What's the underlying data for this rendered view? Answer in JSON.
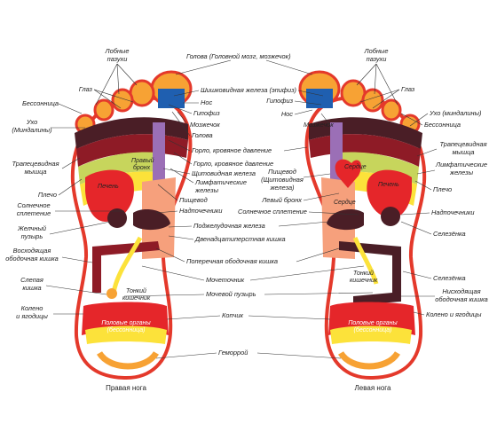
{
  "colors": {
    "outline": "#e4392b",
    "red": "#e5262a",
    "orange": "#f7a234",
    "yellow": "#fce23a",
    "blue": "#1f5fb0",
    "purple": "#9b6fb6",
    "dark": "#4a1e26",
    "lime": "#c7d55c",
    "salmon": "#f6a07c",
    "maroon": "#8e1b26"
  },
  "feet": {
    "right": "Правая нога",
    "left": "Левая нога"
  },
  "labels": {
    "golova_mozg": "Голова (Головной мозг, мозжечок)",
    "lobnye_l1": "Лобные",
    "lobnye_l2": "пазухи",
    "lobnye_r1": "Лобные",
    "lobnye_r2": "пазухи",
    "glaz_l": "Глаз",
    "glaz_r": "Глаз",
    "bessonnica_l": "Бессонница",
    "bessonnica_r": "Бессонница",
    "ukho_l1": "Ухо",
    "ukho_l2": "(Миндалины)",
    "ukho_r": "Ухо (миндалины)",
    "shishko": "Шишковидная железа (эпифиз)",
    "nos_c": "Нос",
    "nos_r": "Нос",
    "gipofiz_c": "Гипофиз",
    "gipofiz_r": "Гипофиз",
    "mozzhechok_c": "Мозжечок",
    "mozzhechok_r": "Мозжечок",
    "golova_c": "Голова",
    "gorlo1": "Горло, кровяное давление",
    "gorlo2": "Горло, кровяное давление",
    "trap_l1": "Трапецевидная",
    "trap_l2": "мышца",
    "trap_r1": "Трапецевидная",
    "trap_r2": "мышца",
    "pravyi_bronkh1": "Правый",
    "pravyi_bronkh2": "бронх",
    "shchit": "Щитовидная железа",
    "limf_c1": "Лимфатические",
    "limf_c2": "железы",
    "limf_r1": "Лимфатические",
    "limf_r2": "железы",
    "pechen_l": "Печень",
    "pechen_r": "Печень",
    "serdce1": "Сердце",
    "serdce2": "Сердце",
    "pishchevod_c": "Пищевод",
    "pishchevod_r1": "Пищевод",
    "pishchevod_r2": "(Щитовидная",
    "pishchevod_r3": "железа)",
    "plecho_l": "Плечо",
    "plecho_r": "Плечо",
    "levyi_bronkh": "Левый бронх",
    "solnechnoe_l1": "Солнечное",
    "solnechnoe_l2": "сплетение",
    "solnechnoe_r": "Солнечное сплетение",
    "nadpochechniki_c": "Надпочечники",
    "nadpochechniki_r": "Надпочечники",
    "zhelchnyi1": "Желчный",
    "zhelchnyi2": "пузырь",
    "podzheludochnaya": "Поджелудочная железа",
    "selezenka_r1": "Селезёнка",
    "selezenka_r2": "Селезёнка",
    "dvenadcati": "Двенадцатиперстная кишка",
    "voskhod1": "Восходящая",
    "voskhod2": "ободочная кишка",
    "poperechnaya": "Поперечная ободочная кишка",
    "tonkii_l1": "Тонкий",
    "tonkii_l2": "кишечник",
    "tonkii_r1": "Тонкий",
    "tonkii_r2": "кишечник",
    "mochetochnik": "Мочеточник",
    "slepaya1": "Слепая",
    "slepaya2": "кишка",
    "mochevoi": "Мочевой пузырь",
    "niskhod1": "Нисходящая",
    "niskhod2": "ободочная кишка",
    "koleno_l1": "Колено",
    "koleno_l2": "и ягодицы",
    "koleno_r": "Колено и ягодицы",
    "kopchik": "Копчик",
    "polovye_l1": "Половые органы",
    "polovye_l2": "(бессонница)",
    "polovye_r1": "Половые органы",
    "polovye_r2": "(бессонница)",
    "gemorroi": "Геморрой"
  }
}
